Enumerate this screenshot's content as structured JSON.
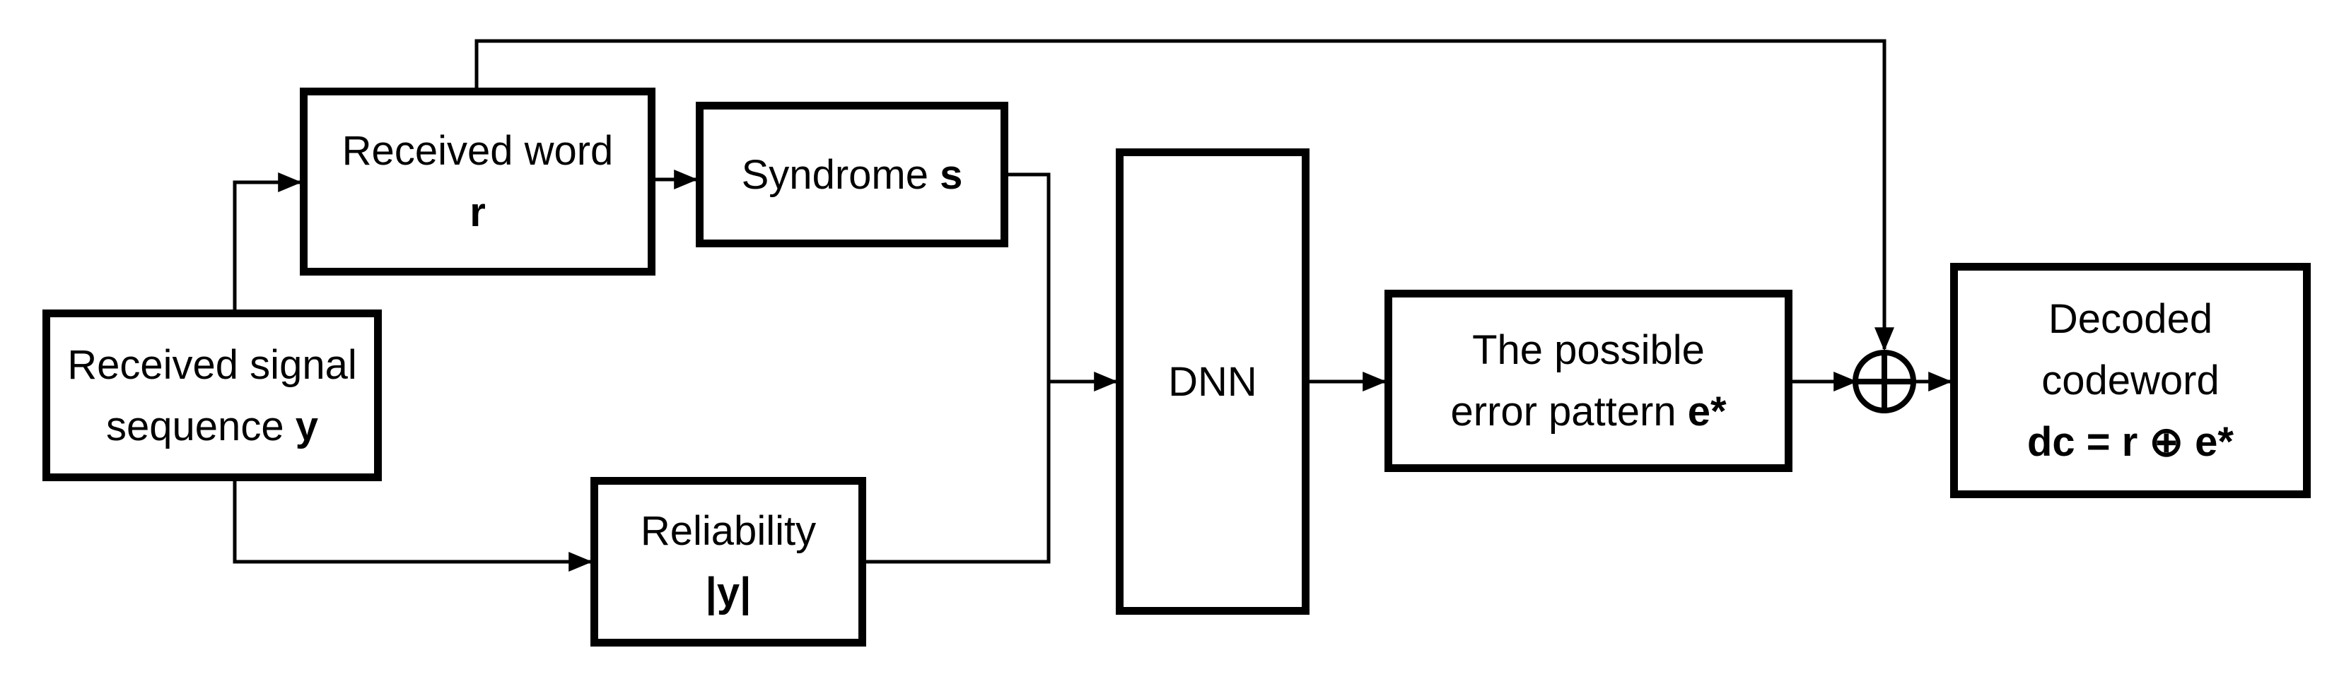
{
  "figure": {
    "type": "block-diagram",
    "colors": {
      "line": "#000000",
      "background": "#ffffff",
      "box_fill": "#ffffff"
    },
    "boxes": {
      "received_signal": {
        "line1": "Received signal",
        "line2_text": "sequence ",
        "line2_math": "y"
      },
      "received_word": {
        "line1": "Received word",
        "line2_math": "r"
      },
      "syndrome": {
        "line1_text": "Syndrome ",
        "line1_math": "s"
      },
      "reliability": {
        "line1": "Reliability",
        "line2_math": "|y|"
      },
      "dnn": {
        "label": "DNN"
      },
      "error_pattern": {
        "line1": "The possible",
        "line2_text": "error pattern ",
        "line2_math": "e*"
      },
      "decoded_codeword": {
        "line1": "Decoded",
        "line2": "codeword",
        "line3_math": "dc = r ⊕ e*"
      }
    },
    "xor_node": {
      "xor_icon": "⊕"
    }
  }
}
